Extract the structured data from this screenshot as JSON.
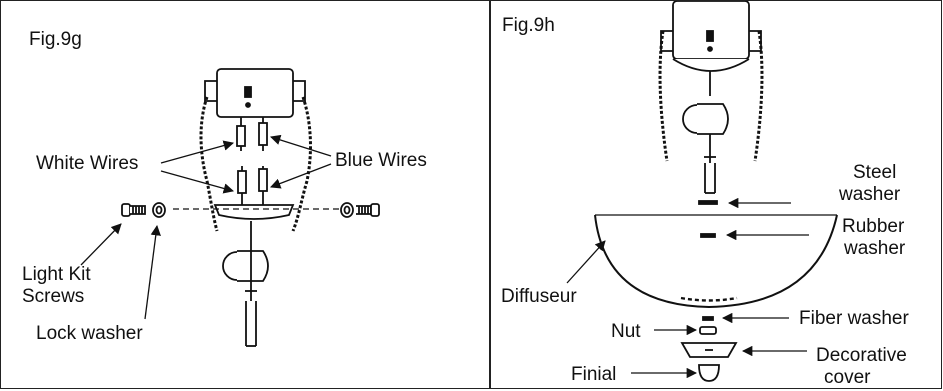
{
  "fig_g": {
    "title": "Fig.9g",
    "white_wires": "White Wires",
    "blue_wires": "Blue Wires",
    "screws_line1": "Light Kit",
    "screws_line2": "Screws",
    "lock_washer": "Lock washer"
  },
  "fig_h": {
    "title": "Fig.9h",
    "steel_line1": "Steel",
    "steel_line2": "washer",
    "rubber_line1": "Rubber",
    "rubber_line2": "washer",
    "diffuseur": "Diffuseur",
    "fiber_washer": "Fiber washer",
    "nut": "Nut",
    "decorative_line1": "Decorative",
    "decorative_line2": "cover",
    "finial": "Finial"
  }
}
